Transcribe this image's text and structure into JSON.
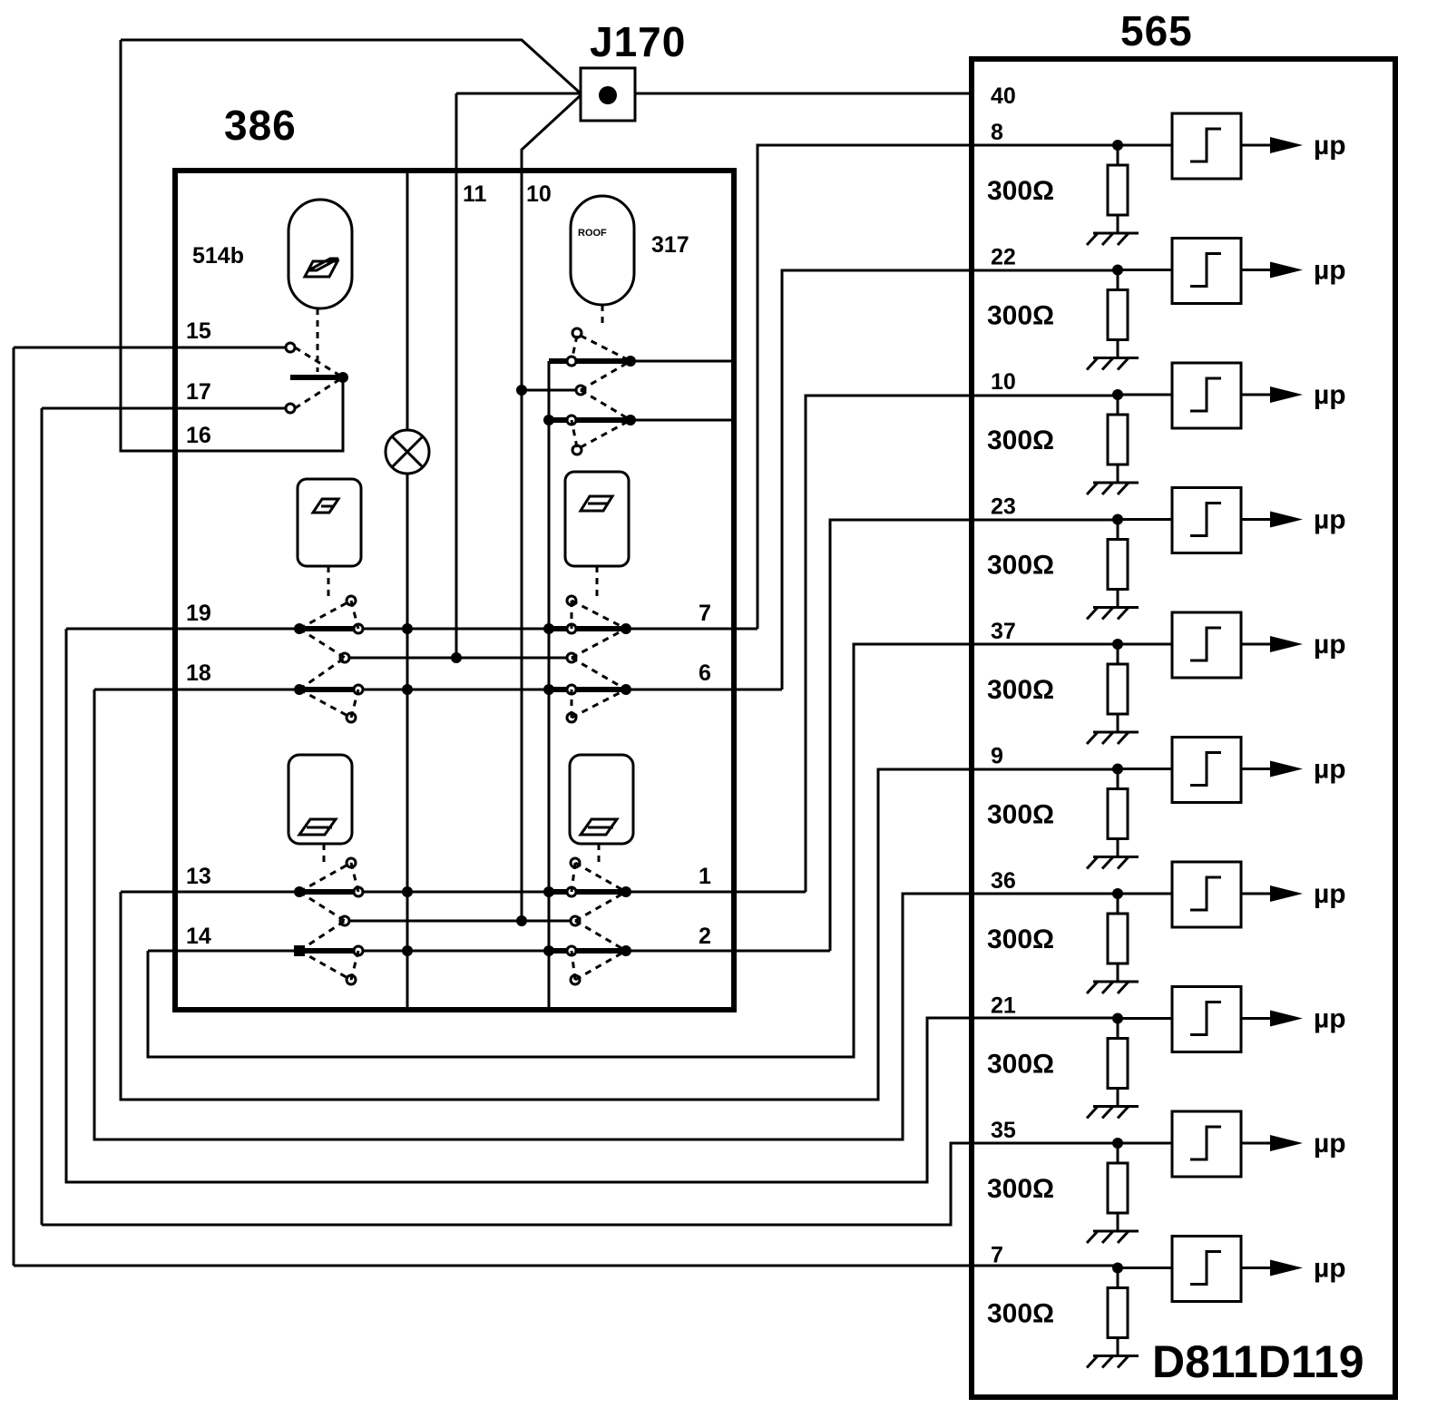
{
  "connector": {
    "label": "J170"
  },
  "switch_module": {
    "label": "386",
    "lamp_icon": "lamp-cross-icon",
    "supply_pins": [
      "11",
      "10"
    ],
    "switches": [
      {
        "ref": "514b",
        "icon": "window-switch-icon",
        "pins": [
          "15",
          "17",
          "16"
        ]
      },
      {
        "ref": "317",
        "icon": "roof-switch-icon",
        "legend": "ROOF"
      },
      {
        "icon": "window-switch-icon",
        "side": "front-left",
        "pins": [
          "19",
          "18"
        ]
      },
      {
        "icon": "window-switch-icon",
        "side": "front-right",
        "pins": [
          "7",
          "6"
        ]
      },
      {
        "icon": "window-switch-icon",
        "side": "rear-left",
        "pins": [
          "13",
          "14"
        ]
      },
      {
        "icon": "window-switch-icon",
        "side": "rear-right",
        "pins": [
          "1",
          "2"
        ]
      }
    ]
  },
  "control_unit": {
    "label": "565",
    "part_code": "D811D119",
    "supply_pin": "40",
    "channels": [
      {
        "pin": "8",
        "resistor": "300Ω",
        "output": "µp"
      },
      {
        "pin": "22",
        "resistor": "300Ω",
        "output": "µp"
      },
      {
        "pin": "10",
        "resistor": "300Ω",
        "output": "µp"
      },
      {
        "pin": "23",
        "resistor": "300Ω",
        "output": "µp"
      },
      {
        "pin": "37",
        "resistor": "300Ω",
        "output": "µp"
      },
      {
        "pin": "9",
        "resistor": "300Ω",
        "output": "µp"
      },
      {
        "pin": "36",
        "resistor": "300Ω",
        "output": "µp"
      },
      {
        "pin": "21",
        "resistor": "300Ω",
        "output": "µp"
      },
      {
        "pin": "35",
        "resistor": "300Ω",
        "output": "µp"
      },
      {
        "pin": "7",
        "resistor": "300Ω",
        "output": "µp"
      }
    ],
    "channel_icons": [
      "resistor-icon",
      "ground-icon",
      "schmitt-trigger-icon",
      "arrow-icon"
    ]
  }
}
